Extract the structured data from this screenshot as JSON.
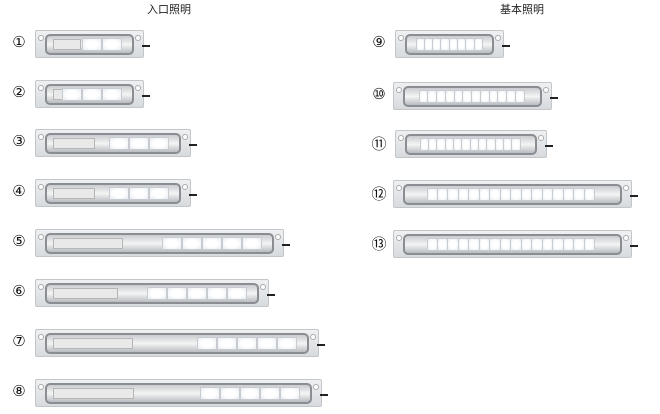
{
  "headers": {
    "entrance": "入口照明",
    "basic": "基本照明"
  },
  "entrance_items": [
    "①",
    "②",
    "③",
    "④",
    "⑤",
    "⑥",
    "⑦",
    "⑧"
  ],
  "basic_items": [
    "⑨",
    "⑩",
    "⑪",
    "⑫",
    "⑬"
  ]
}
